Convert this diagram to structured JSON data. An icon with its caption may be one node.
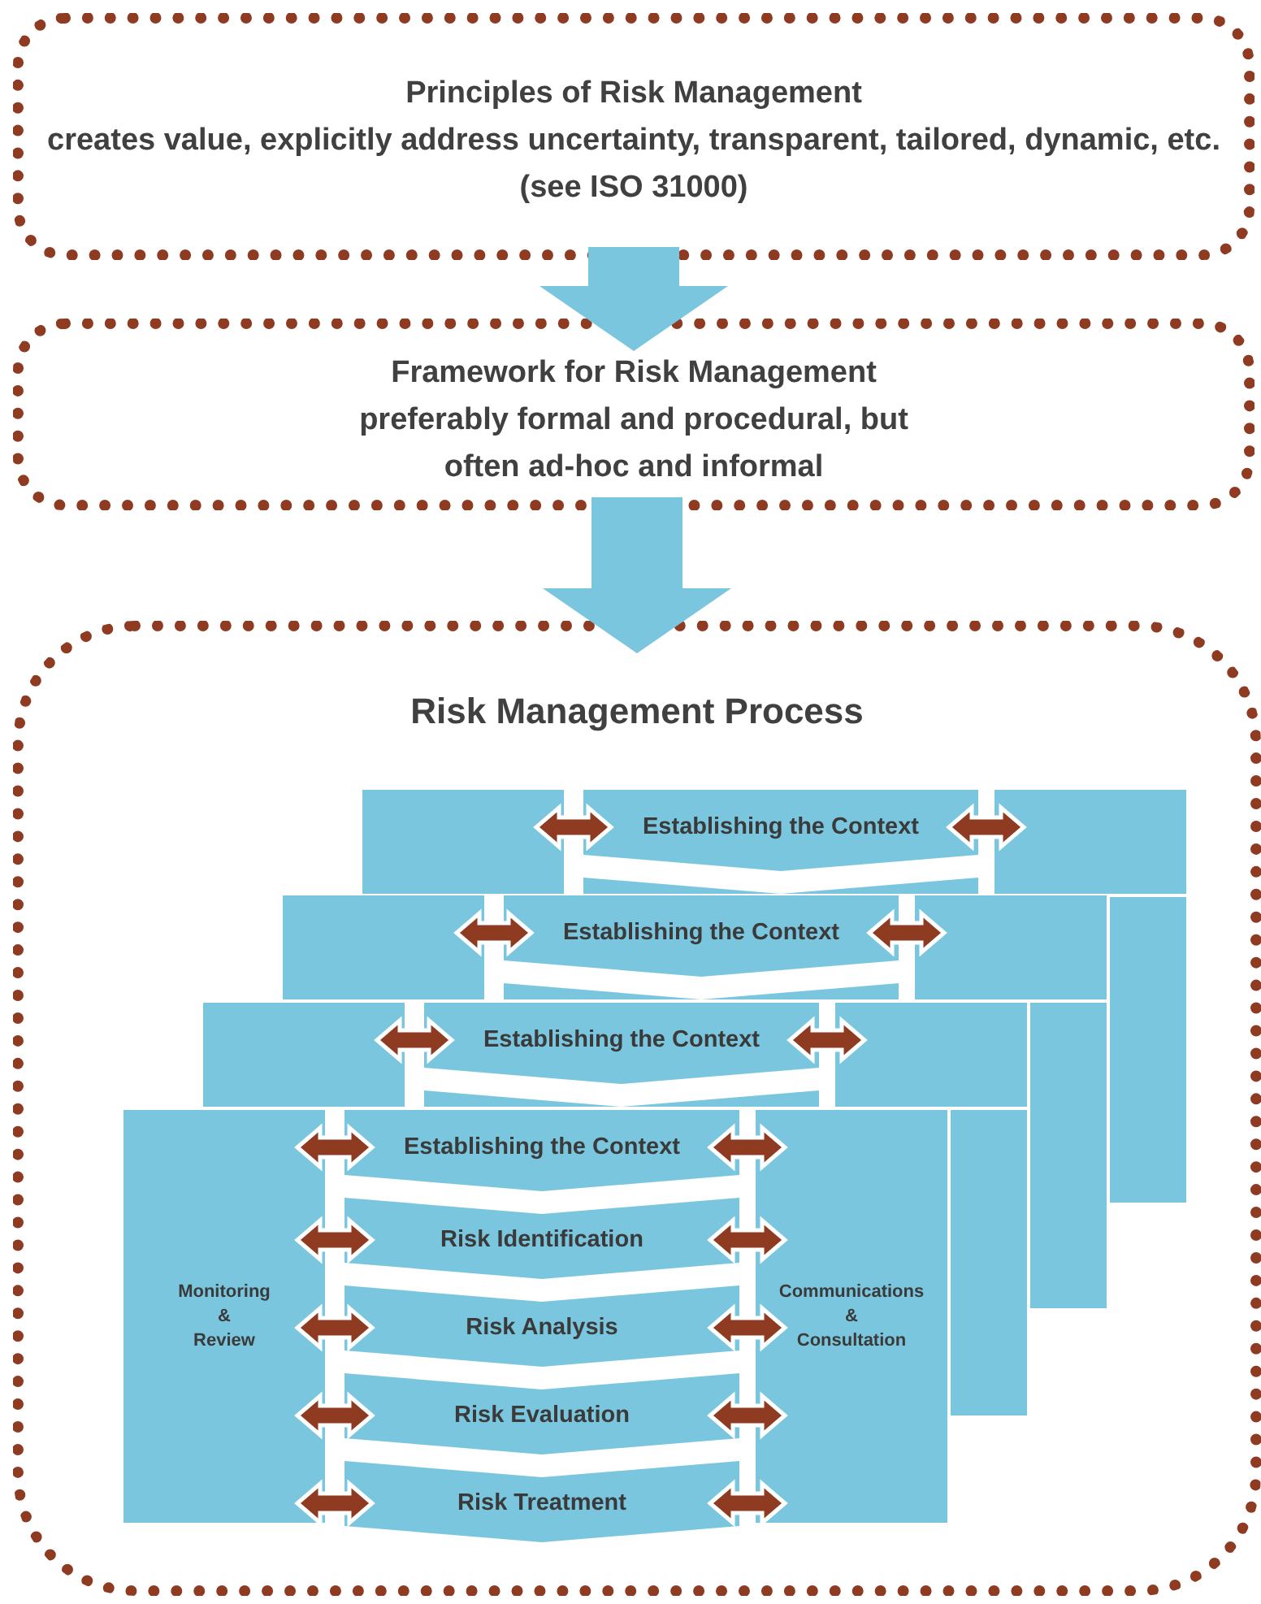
{
  "diagram": {
    "nodes": [
      {
        "text": [
          "Principles of Risk Management",
          "creates value, explicitly address uncertainty, transparent, tailored, dynamic, etc. (see ISO 31000)"
        ]
      },
      {
        "text": [
          "Framework for Risk Management",
          "preferably formal and procedural, but often ad-hoc and informal"
        ]
      },
      {
        "text": [
          "Risk Management Process"
        ]
      },
      {
        "text": [
          "Monitoring & Review"
        ],
        "in": 2
      },
      {
        "text": [
          "Establishing the Context"
        ],
        "in": 2
      },
      {
        "text": [
          "Risk Identification"
        ],
        "in": 2
      },
      {
        "text": [
          "Risk Analysis"
        ],
        "in": 2
      },
      {
        "text": [
          "Risk Evaluation"
        ],
        "in": 2
      },
      {
        "text": [
          "Risk Treatment"
        ],
        "in": 2
      },
      {
        "text": [
          "Communications & Consultation"
        ],
        "in": 2
      }
    ],
    "edges": [
      {
        "from": 0,
        "to": 1,
        "arrow": "to",
        "style": "thick",
        "color": "#7ac6df"
      },
      {
        "from": 1,
        "to": 2,
        "arrow": "to",
        "style": "thick",
        "color": "#7ac6df"
      },
      {
        "from": 3,
        "to": 4,
        "arrow": "both"
      },
      {
        "from": 3,
        "to": 5,
        "arrow": "both"
      },
      {
        "from": 3,
        "to": 6,
        "arrow": "both"
      },
      {
        "from": 3,
        "to": 7,
        "arrow": "both"
      },
      {
        "from": 3,
        "to": 8,
        "arrow": "both"
      },
      {
        "from": 4,
        "to": 9,
        "arrow": "both"
      },
      {
        "from": 5,
        "to": 9,
        "arrow": "both"
      },
      {
        "from": 6,
        "to": 9,
        "arrow": "both"
      },
      {
        "from": 7,
        "to": 9,
        "arrow": "both"
      },
      {
        "from": 8,
        "to": 9,
        "arrow": "both"
      }
    ],
    "labels": [
      "Establishing the Context",
      "Establishing the Context",
      "Establishing the Context"
    ]
  }
}
